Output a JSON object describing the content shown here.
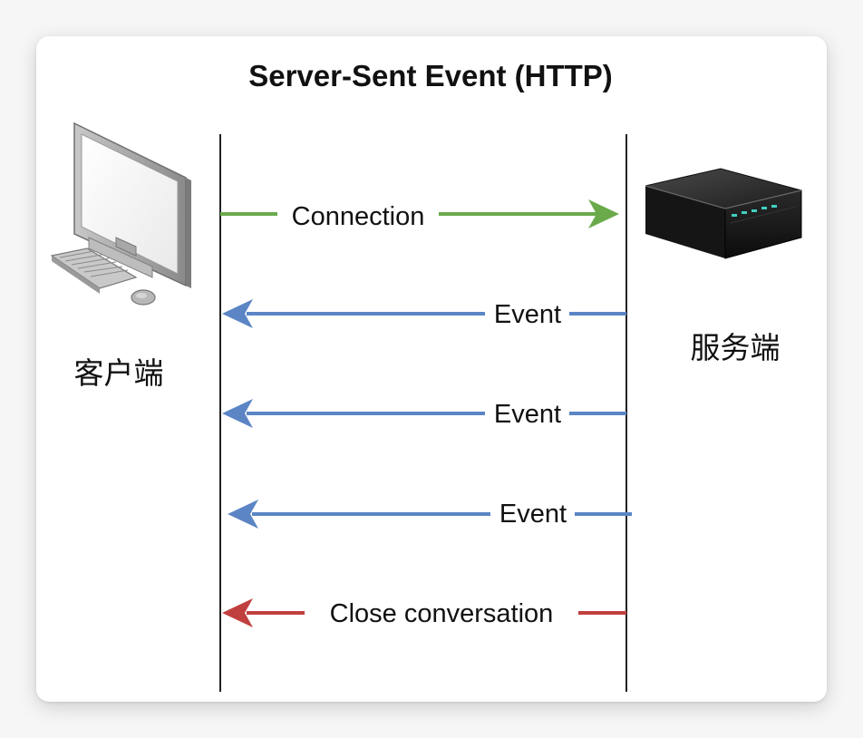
{
  "diagram": {
    "title": "Server-Sent Event (HTTP)",
    "client_label": "客户端",
    "server_label": "服务端",
    "colors": {
      "connection": "#6aaa4b",
      "event": "#5b85c4",
      "close": "#c0403e",
      "lifeline": "#222222",
      "text": "#111111"
    },
    "messages": [
      {
        "label": "Connection",
        "direction": "client-to-server",
        "kind": "connection"
      },
      {
        "label": "Event",
        "direction": "server-to-client",
        "kind": "event"
      },
      {
        "label": "Event",
        "direction": "server-to-client",
        "kind": "event"
      },
      {
        "label": "Event",
        "direction": "server-to-client",
        "kind": "event"
      },
      {
        "label": "Close conversation",
        "direction": "server-to-client",
        "kind": "close"
      }
    ],
    "icons": {
      "client": "desktop-computer-icon",
      "server": "server-box-icon"
    }
  }
}
